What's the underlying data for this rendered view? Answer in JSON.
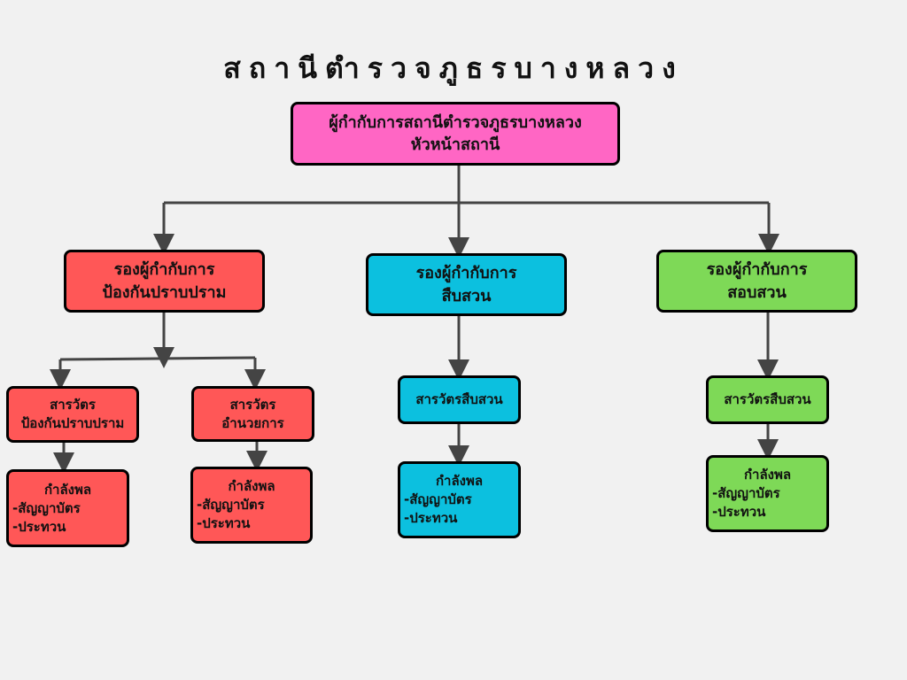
{
  "title": "สถานีตำรวจภูธรบางหลวง",
  "colors": {
    "head": "#ff66c4",
    "prevention": "#ff5757",
    "investigation": "#0cc0df",
    "inquiry": "#7ed957",
    "background": "#f1f1f1"
  },
  "head": {
    "line1": "ผู้กำกับการสถานีตำรวจภูธรบางหลวง",
    "line2": "หัวหน้าสถานี"
  },
  "deputies": [
    {
      "line1": "รองผู้กำกับการ",
      "line2": "ป้องกันปราบปราม"
    },
    {
      "line1": "รองผู้กำกับการ",
      "line2": "สืบสวน"
    },
    {
      "line1": "รองผู้กำกับการ",
      "line2": "สอบสวน"
    }
  ],
  "inspectors": [
    {
      "line1": "สารวัตร",
      "line2": "ป้องกันปราบปราม"
    },
    {
      "line1": "สารวัตร",
      "line2": "อำนวยการ"
    },
    {
      "line1": "สารวัตรสืบสวน"
    },
    {
      "line1": "สารวัตรสืบสวน"
    }
  ],
  "forces": [
    {
      "heading": "กำลังพล",
      "items": [
        "-สัญญาบัตร",
        "-ประทวน"
      ]
    },
    {
      "heading": "กำลังพล",
      "items": [
        "-สัญญาบัตร",
        "-ประทวน"
      ]
    },
    {
      "heading": "กำลังพล",
      "items": [
        "-สัญญาบัตร",
        "-ประทวน"
      ]
    },
    {
      "heading": "กำลังพล",
      "items": [
        "-สัญญาบัตร",
        "-ประทวน"
      ]
    }
  ]
}
